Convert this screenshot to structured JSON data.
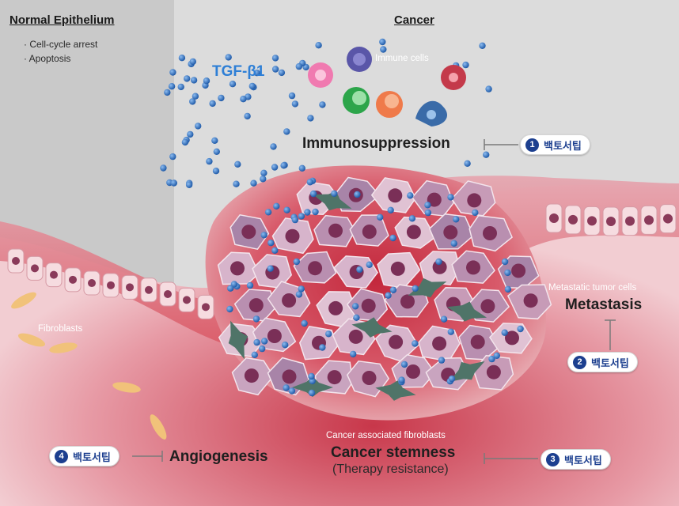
{
  "normal": {
    "title": "Normal Epithelium",
    "bullets": [
      "· Cell-cycle arrest",
      "· Apoptosis"
    ]
  },
  "cancer": {
    "title": "Cancer"
  },
  "tgf_label": "TGF-β1",
  "labels": {
    "immune_cells": "Immune cells",
    "immunosuppression": "Immunosuppression",
    "fibroblasts": "Fibroblasts",
    "metastatic_cells": "Metastatic tumor cells",
    "metastasis": "Metastasis",
    "caf": "Cancer associated fibroblasts",
    "stemness": "Cancer stemness",
    "therapy": "(Therapy resistance)",
    "angiogenesis": "Angiogenesis"
  },
  "pills": [
    {
      "num": "1",
      "label": "백토서팁"
    },
    {
      "num": "2",
      "label": "백토서팁"
    },
    {
      "num": "3",
      "label": "백토서팁"
    },
    {
      "num": "4",
      "label": "백토서팁"
    }
  ],
  "colors": {
    "left_bg": "#c9c9c9",
    "right_bg": "#dcdcdc",
    "tissue_red": "#c8374a",
    "molecule_blue": "#2f6fc2",
    "pill_blue": "#1c3f8f",
    "tgf_blue": "#2e7fd6"
  }
}
